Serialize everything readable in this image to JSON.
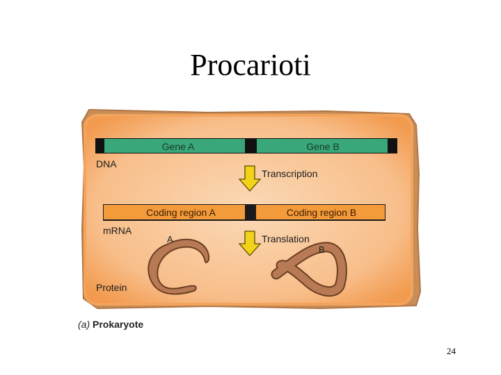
{
  "slide": {
    "title": "Procarioti",
    "page_number": "24"
  },
  "figure": {
    "dna_label": "DNA",
    "gene_a": "Gene A",
    "gene_b": "Gene B",
    "transcription_label": "Transcription",
    "coding_region_a": "Coding region A",
    "coding_region_b": "Coding region B",
    "mrna_label": "mRNA",
    "translation_label": "Translation",
    "protein_label": "Protein",
    "protein_a_label": "A",
    "protein_b_label": "B",
    "caption_tag": "(a)",
    "caption_word": "Prokaryote"
  },
  "colors": {
    "panel_fill": "#f7b47a",
    "panel_border": "#c98d57",
    "gene_green": "#3aa77a",
    "mrna_orange": "#f39a3a",
    "arrow_yellow": "#f3d21a",
    "protein_brown": "#b87a54"
  }
}
